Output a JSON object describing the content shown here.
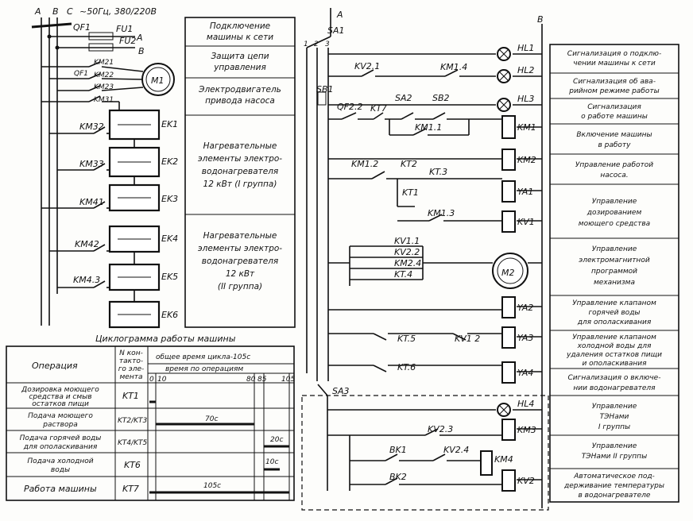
{
  "supply": {
    "phases": [
      "A",
      "B",
      "C"
    ],
    "spec": "~50Гц, 380/220В",
    "qf1": "QF1",
    "fu1": "FU1",
    "fu2": "FU2",
    "fuA": "A",
    "fuB": "B"
  },
  "power": {
    "motor1": "M1",
    "km_contacts": [
      "KM2.1",
      "KM2.2",
      "KM2.3",
      "KM3.1",
      "KM3.2",
      "KM3.3",
      "KM4.1",
      "KM4.2",
      "KM4.3"
    ],
    "km_labels": {
      "km21": "KM21",
      "km22": "KM22",
      "km23": "KM23",
      "km31": "KM31",
      "km32": "KM32",
      "km33": "KM33",
      "km41": "KM41",
      "km42": "KM42",
      "km43": "KM4.3",
      "qf": "QF1"
    },
    "heaters": [
      "EK1",
      "EK2",
      "EK3",
      "EK4",
      "EK5",
      "EK6"
    ]
  },
  "left_desc": [
    "Подключение машины к сети",
    "Защита цепи управления",
    "Электродвигатель привода насоса",
    "Нагревательные элементы электроводонагревателя 12 кВт (I группа)",
    "Нагревательные элементы электроводонагревателя 12 кВт (II группа)"
  ],
  "control": {
    "busA": "A",
    "busB": "B",
    "sa1": "SA1",
    "sa_pos": [
      "1",
      "2",
      "3"
    ],
    "sa3": "SA3",
    "labels": {
      "kv21": "KV2.1",
      "km14": "KM1.4",
      "sb1": "SB1",
      "qf22": "QF2.2",
      "kt7": "KT7",
      "sa2": "SA2",
      "sb2": "SB2",
      "km11": "KM1.1",
      "km12": "KM1.2",
      "kt2": "KT2",
      "kt3": "KT.3",
      "kt1": "KT1",
      "km13": "KM1.3",
      "kv11": "KV1.1",
      "kv12": "KV2.2",
      "km24": "KM2.4",
      "kt4": "KT.4",
      "m2": "M2",
      "kt5": "KT.5",
      "kv12b": "KV1 2",
      "kt6": "KT.6",
      "kv23": "KV2.3",
      "bk1": "BK1",
      "kv24": "KV2.4",
      "bk2": "BK2",
      "km4": "KM4"
    },
    "coils": [
      "HL1",
      "HL2",
      "HL3",
      "KM1",
      "KM2",
      "YA1",
      "KV1",
      "YA2",
      "YA3",
      "YA4",
      "HL4",
      "KM3",
      "KV2"
    ]
  },
  "right_desc": [
    "Сигнализация о подключении машины к сети",
    "Сигнализация об аварийном режиме работы",
    "Сигнализация о работе машины",
    "Включение машины в работу",
    "Управление работой насоса.",
    "Управление дозированием моющего средства",
    "Управление электромагнитной программой механизма",
    "Управление клапаном горячей воды для ополаскивания",
    "Управление клапаном холодной воды для удаления остатков пищи и ополаскивания",
    "Сигнализация о включении водонагревателя",
    "Управление ТЭНами I группы",
    "Управление ТЭНами II группы",
    "Автоматическое поддерживание температуры в водонагревателе"
  ],
  "cyclogram": {
    "title": "Циклограмма работы машины",
    "col_operation": "Операция",
    "col_contact": "N контакта элемента",
    "col_total": "общее время цикла-105с",
    "col_ops": "время по операциям",
    "ticks": [
      "0",
      "10",
      "80",
      "85",
      "105"
    ],
    "rows": [
      {
        "op": "Дозировка моющего средства и смыв остатков пищи",
        "contact": "KT1",
        "dur": ""
      },
      {
        "op": "Подача моющего раствора",
        "contact": "KT2/KT3",
        "dur": "70с"
      },
      {
        "op": "Подача горячей воды для ополаскивания",
        "contact": "KT4/KT5",
        "dur": "20с"
      },
      {
        "op": "Подача холодной воды",
        "contact": "KT6",
        "dur": "10с"
      },
      {
        "op": "Работа машины",
        "contact": "KT7",
        "dur": "105с"
      }
    ]
  }
}
